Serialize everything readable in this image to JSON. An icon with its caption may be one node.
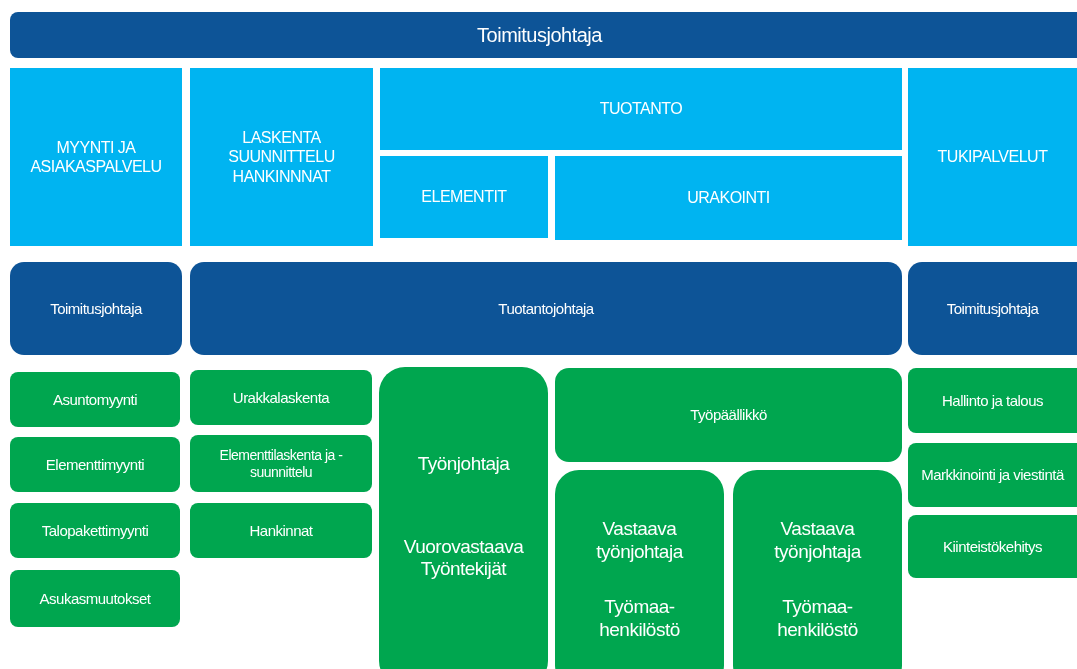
{
  "diagram": {
    "nodes": [
      {
        "text": [
          "Toimitusjohtaja"
        ]
      },
      {
        "text": [
          "MYYNTI JA ASIAKASPALVELU"
        ]
      },
      {
        "text": [
          "LASKENTA SUUNNITTELU HANKINNNAT"
        ]
      },
      {
        "text": [
          "TUOTANTO"
        ]
      },
      {
        "text": [
          "ELEMENTIT"
        ]
      },
      {
        "text": [
          "URAKOINTI"
        ]
      },
      {
        "text": [
          "TUKIPALVELUT"
        ]
      },
      {
        "text": [
          "Toimitusjohtaja"
        ]
      },
      {
        "text": [
          "Tuotantojohtaja"
        ]
      },
      {
        "text": [
          "Toimitusjohtaja"
        ]
      },
      {
        "text": [
          "Asuntomyynti"
        ]
      },
      {
        "text": [
          "Elementtimyynti"
        ]
      },
      {
        "text": [
          "Talopakettimyynti"
        ]
      },
      {
        "text": [
          "Asukasmuutokset"
        ]
      },
      {
        "text": [
          "Urakkalaskenta"
        ]
      },
      {
        "text": [
          "Elementtilaskenta ja - suunnittelu"
        ]
      },
      {
        "text": [
          "Hankinnat"
        ]
      },
      {
        "text": [
          "Työnjohtaja",
          "Vuorovastaava Työntekijät"
        ]
      },
      {
        "text": [
          "Työpäällikkö"
        ]
      },
      {
        "text": [
          "Vastaava työnjohtaja",
          "Työmaa- henkilöstö"
        ]
      },
      {
        "text": [
          "Vastaava työnjohtaja",
          "Työmaa- henkilöstö"
        ]
      },
      {
        "text": [
          "Hallinto ja talous"
        ]
      },
      {
        "text": [
          "Markkinointi ja viestintä"
        ]
      },
      {
        "text": [
          "Kiinteistökehitys"
        ]
      }
    ]
  }
}
